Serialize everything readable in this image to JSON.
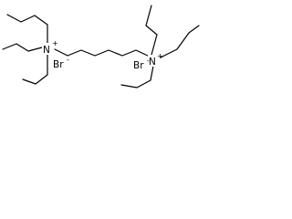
{
  "structure": {
    "atoms": {
      "nitrogen_left": {
        "symbol": "N",
        "charge": "+"
      },
      "nitrogen_right": {
        "symbol": "N",
        "charge": "+"
      },
      "bromide_left": {
        "symbol": "Br",
        "charge": "-"
      },
      "bromide_right": {
        "symbol": "Br",
        "charge": "-"
      }
    },
    "colors": {
      "bond": "#000000",
      "text": "#000000",
      "background": "#ffffff"
    }
  }
}
